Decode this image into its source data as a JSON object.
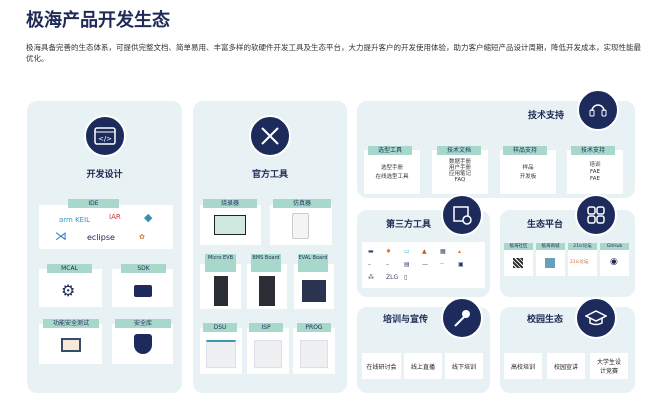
{
  "title": "极海产品开发生态",
  "description": "极海具备完善的生态体系，可提供完整文档、简单易用、丰富多样的软硬件开发工具及生态平台，大力提升客户的开发使用体验，助力客户缩短产品设计周期，降低开发成本，实现性能最优化。",
  "dev": {
    "title": "开发设计",
    "ide": "IDE",
    "ide_logos": [
      "arm KEIL",
      "IAR",
      "eclipse"
    ],
    "mcal": "MCAL",
    "sdk": "SDK",
    "safety_test": "功能安全测试",
    "safety_lib": "安全库"
  },
  "tools": {
    "title": "官方工具",
    "items": [
      "烧录器",
      "仿真器",
      "Micro EVB",
      "BMS Board",
      "EVAL Board",
      "DSU",
      "ISP",
      "PROG"
    ]
  },
  "support": {
    "title": "技术支持",
    "cards": [
      {
        "label": "选型工具",
        "lines": [
          "选型手册",
          "在线选型工具"
        ]
      },
      {
        "label": "技术文档",
        "lines": [
          "数据手册",
          "用户手册",
          "应用笔记",
          "FAQ"
        ]
      },
      {
        "label": "样品支持",
        "lines": [
          "样品",
          "开发板"
        ]
      },
      {
        "label": "技术支持",
        "lines": [
          "培训",
          "FAE",
          "FAE"
        ]
      }
    ]
  },
  "third": {
    "title": "第三方工具"
  },
  "eco": {
    "title": "生态平台",
    "items": [
      "极海社区",
      "极海商城",
      "21ic论坛",
      "GitHub"
    ],
    "logo": "21ic论坛"
  },
  "training": {
    "title": "培训与宣传",
    "items": [
      "在线研讨会",
      "线上直播",
      "线下培训"
    ]
  },
  "campus": {
    "title": "校园生态",
    "items": [
      "高校培训",
      "校园宣讲",
      "大学生设计竞赛"
    ]
  }
}
